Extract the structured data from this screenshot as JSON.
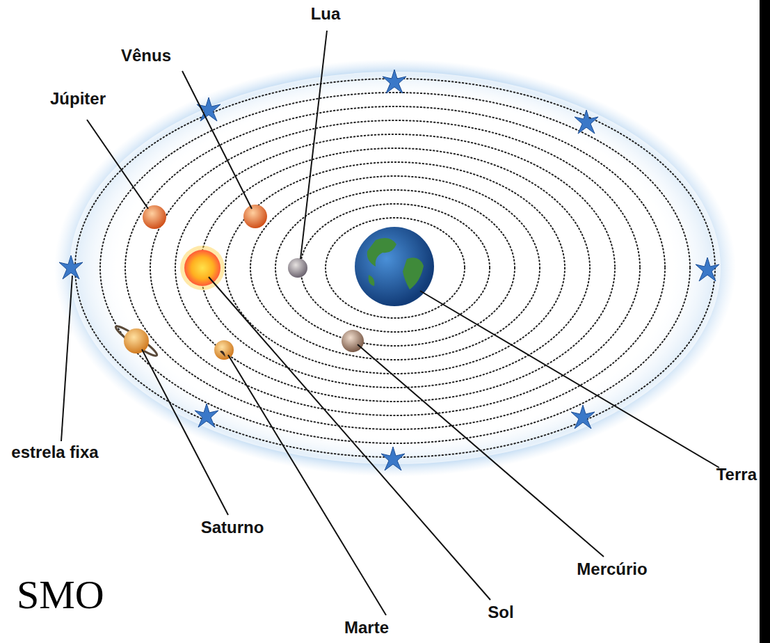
{
  "diagram": {
    "labels": [
      "Lua",
      "Vênus",
      "Júpiter",
      "estrela fixa",
      "Saturno",
      "Marte",
      "Sol",
      "Mercúrio",
      "Terra",
      "SMO"
    ]
  }
}
